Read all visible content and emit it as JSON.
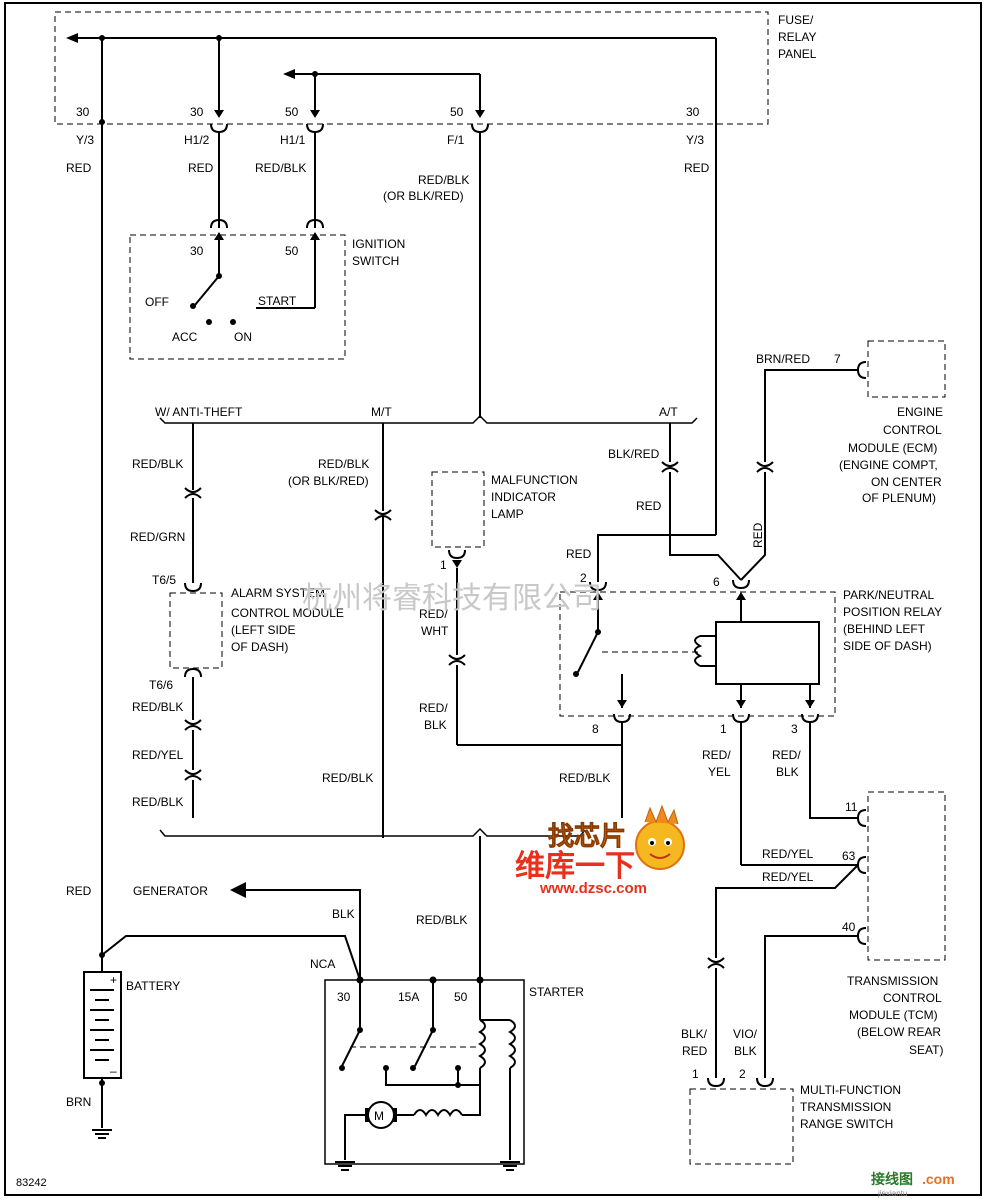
{
  "fuse_relay_panel": {
    "label_1": "FUSE/",
    "label_2": "RELAY",
    "label_3": "PANEL"
  },
  "pins": {
    "p30a": "30",
    "p30b": "30",
    "p50a": "50",
    "p50b": "50",
    "p30c": "30",
    "c_y3a": "Y/3",
    "c_h12": "H1/2",
    "c_h11": "H1/1",
    "c_f1": "F/1",
    "c_y3b": "Y/3"
  },
  "wires": {
    "red_left": "RED",
    "red_h12": "RED",
    "redblk_h11": "RED/BLK",
    "redblk_f1": "RED/BLK",
    "orblkred_f1": "(OR BLK/RED)",
    "red_right": "RED"
  },
  "ignition": {
    "label_1": "IGNITION",
    "label_2": "SWITCH",
    "pin30": "30",
    "pin50": "50",
    "off": "OFF",
    "acc": "ACC",
    "on": "ON",
    "start": "START"
  },
  "branch": {
    "antitheft": "W/ ANTI-THEFT",
    "mt": "M/T",
    "at": "A/T"
  },
  "left_column": {
    "redblk1": "RED/BLK",
    "redgrn": "RED/GRN",
    "t65": "T6/5",
    "t66": "T6/6",
    "redblk2": "RED/BLK",
    "redyel": "RED/YEL",
    "redblk3": "RED/BLK"
  },
  "alarm": {
    "l1": "ALARM SYSTEM",
    "l2": "CONTROL MODULE",
    "l3": "(LEFT SIDE",
    "l4": "OF DASH)"
  },
  "mt_column": {
    "redblk": "RED/BLK",
    "orblkred": "(OR BLK/RED)",
    "redblk_low": "RED/BLK"
  },
  "mil": {
    "l1": "MALFUNCTION",
    "l2": "INDICATOR",
    "l3": "LAMP",
    "pin1": "1",
    "w1": "RED/",
    "w2": "WHT",
    "w3": "RED/",
    "w4": "BLK"
  },
  "ecm": {
    "wire": "BRN/RED",
    "pin7": "7",
    "l1": "ENGINE",
    "l2": "CONTROL",
    "l3": "MODULE (ECM)",
    "l4": "(ENGINE COMPT,",
    "l5": "ON CENTER",
    "l6": "OF PLENUM)"
  },
  "relay": {
    "l1": "PARK/NEUTRAL",
    "l2": "POSITION RELAY",
    "l3": "(BEHIND LEFT",
    "l4": "SIDE OF DASH)",
    "blkred": "BLK/RED",
    "red_a": "RED",
    "red_b": "RED",
    "red_ecm": "RED",
    "pin2": "2",
    "pin6": "6",
    "pin8": "8",
    "pin1": "1",
    "pin3": "3",
    "redblk_8": "RED/BLK",
    "w1a": "RED/",
    "w1b": "YEL",
    "w3a": "RED/",
    "w3b": "BLK"
  },
  "tcm": {
    "pin11": "11",
    "pin63": "63",
    "pin40": "40",
    "redyel_a": "RED/YEL",
    "redyel_b": "RED/YEL",
    "l1": "TRANSMISSION",
    "l2": "CONTROL",
    "l3": "MODULE (TCM)",
    "l4": "(BELOW REAR",
    "l5": "SEAT)"
  },
  "mfs": {
    "l1": "MULTI-FUNCTION",
    "l2": "TRANSMISSION",
    "l3": "RANGE SWITCH",
    "pin1": "1",
    "pin2": "2",
    "w1a": "BLK/",
    "w1b": "RED",
    "w2a": "VIO/",
    "w2b": "BLK"
  },
  "battery": {
    "label": "BATTERY",
    "red": "RED",
    "brn": "BRN",
    "plus": "+",
    "minus": "–"
  },
  "generator": {
    "label": "GENERATOR",
    "blk": "BLK",
    "nca": "NCA"
  },
  "starter": {
    "label": "STARTER",
    "pin30": "30",
    "pin15a": "15A",
    "pin50": "50",
    "redblk": "RED/BLK",
    "motor": "M"
  },
  "diagram_id": "83242",
  "watermarks": {
    "chinese": "杭州将睿科技有限公司",
    "logo_top": "找芯片",
    "logo_mid": "维库一下",
    "logo_url": "www.dzsc.com",
    "footer_cn": "接线图",
    "footer_com": ".com",
    "footer_url": "jiexiantu"
  },
  "colors": {
    "wire": "#000000",
    "watermark": "#c8c8c8",
    "logo_red": "#e8301c",
    "logo_orange": "#f08a1a"
  }
}
